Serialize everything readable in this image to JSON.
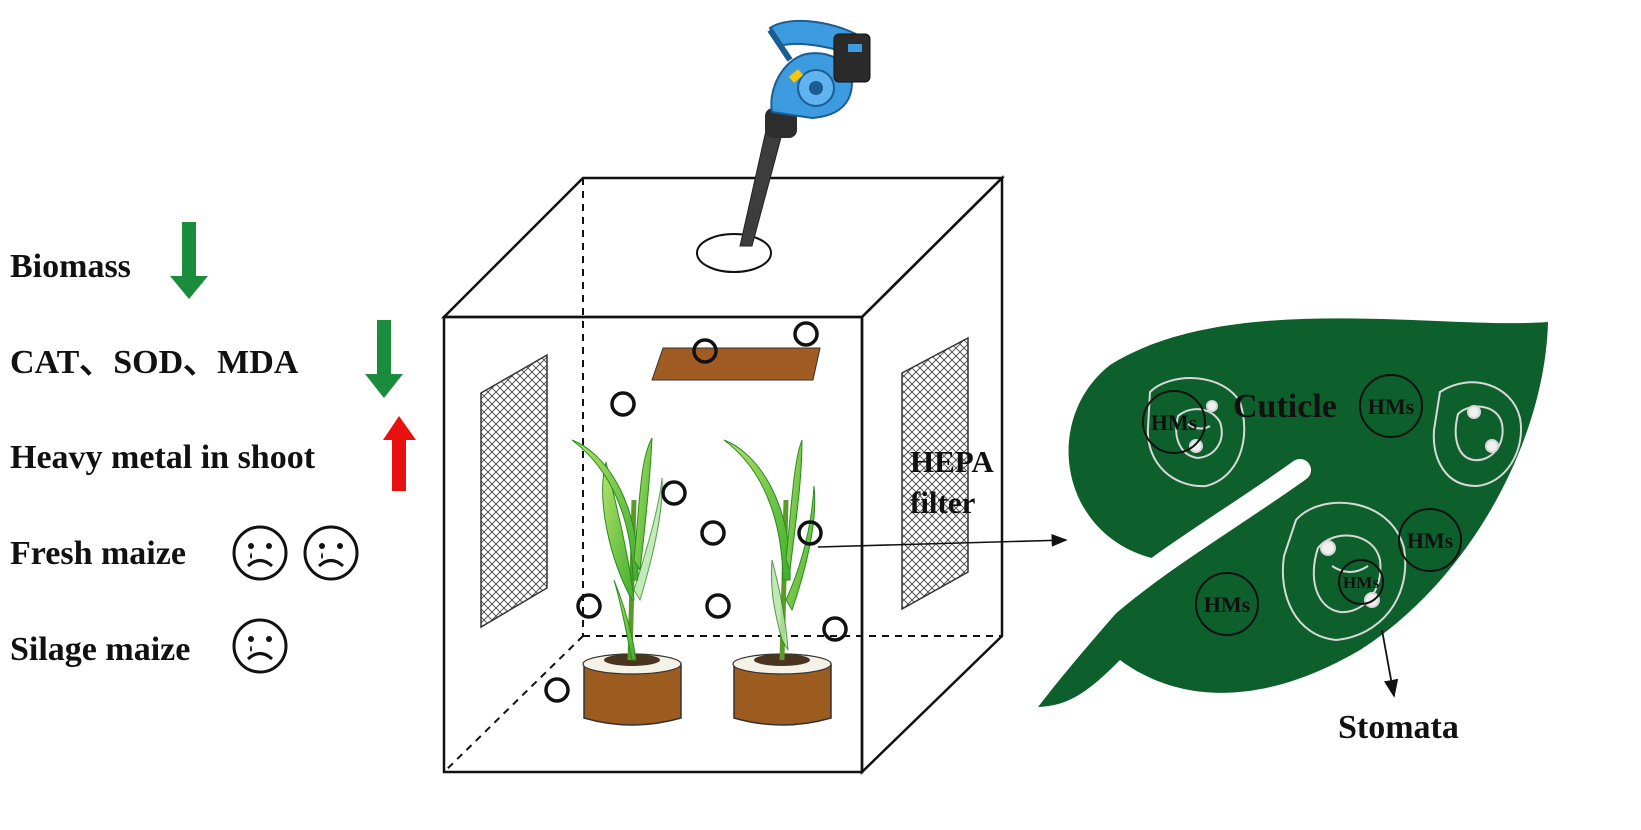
{
  "effects": [
    {
      "label": "Biomass",
      "trend": "decrease",
      "arrow_color": "#1a8c3c"
    },
    {
      "label": "CAT、SOD、MDA",
      "trend": "decrease",
      "arrow_color": "#1a8c3c"
    },
    {
      "label": "Heavy metal in shoot",
      "trend": "increase",
      "arrow_color": "#e8110f"
    }
  ],
  "maize_types": [
    {
      "label": "Fresh maize",
      "icon": "sad-face-icon",
      "count": 2
    },
    {
      "label": "Silage maize",
      "icon": "sad-face-icon",
      "count": 1
    }
  ],
  "chamber": {
    "filter_label_line1": "HEPA",
    "filter_label_line2": "filter",
    "blower_icon": "leaf-blower-icon",
    "pot_color": "#9c5b1f",
    "tray_color": "#a05c22"
  },
  "leaf": {
    "color": "#0d5f2c",
    "cuticle_label": "Cuticle",
    "stomata_label": "Stomata",
    "hm_label": "HMs"
  }
}
